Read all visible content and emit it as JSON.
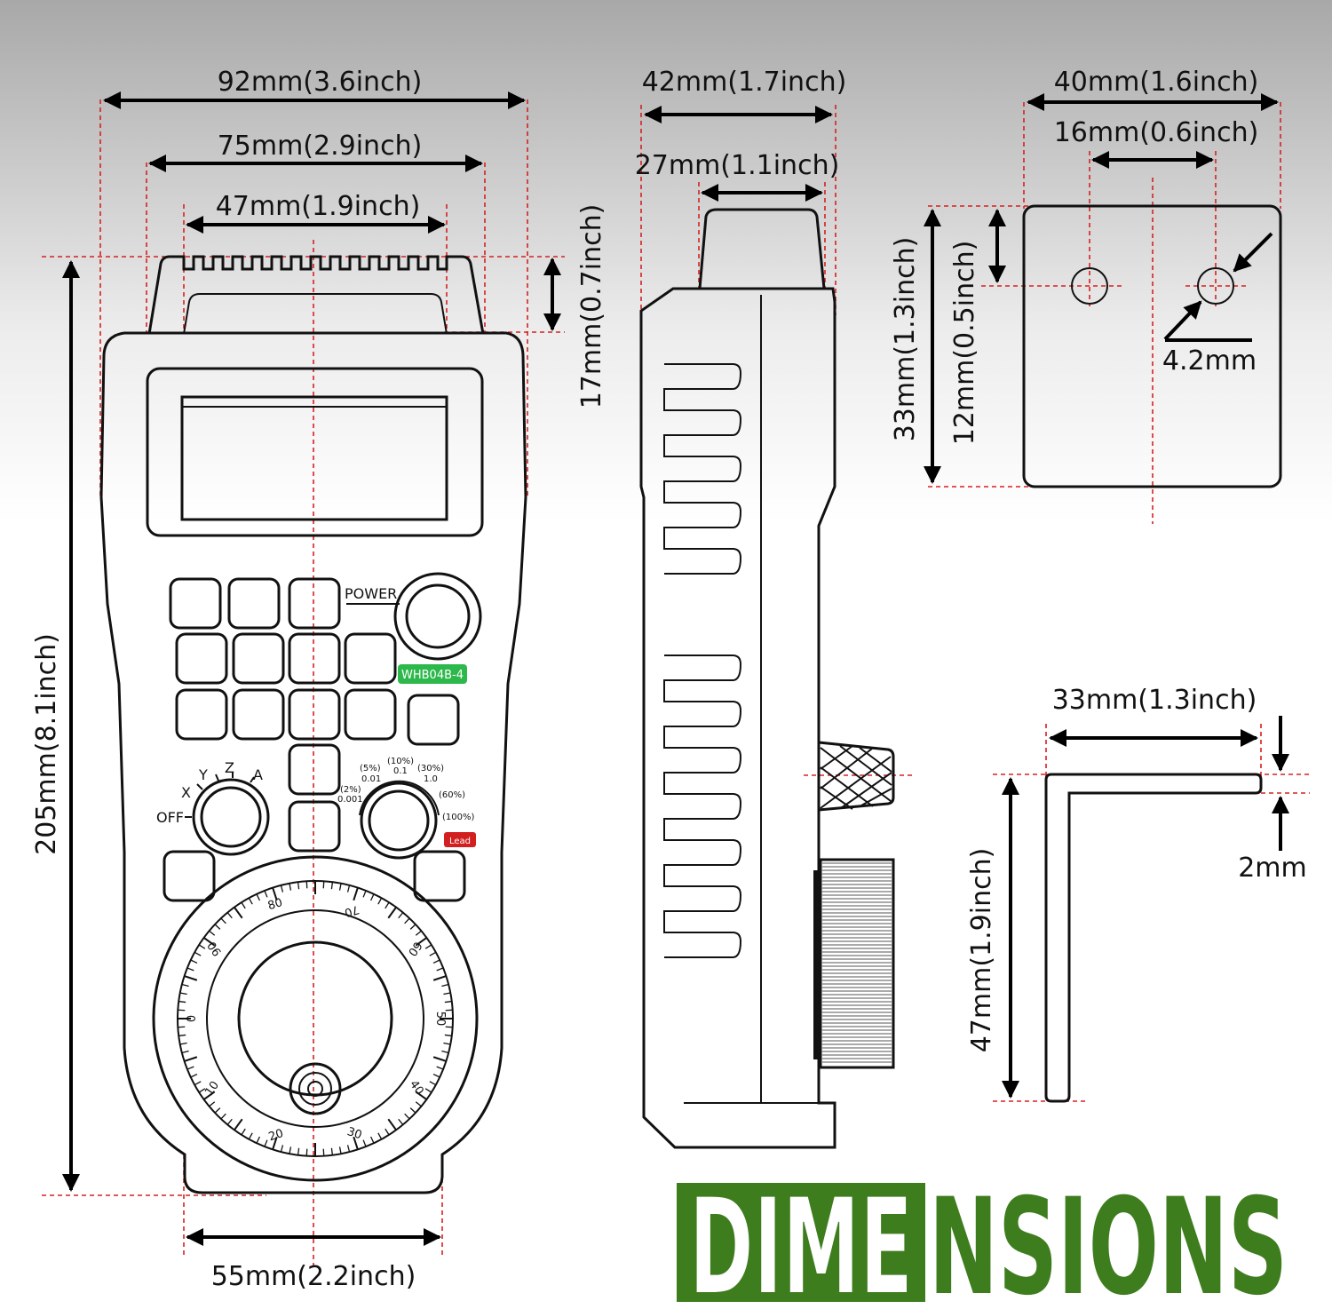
{
  "dimensions": {
    "front_width_overall": "92mm(3.6inch)",
    "front_width_upper": "75mm(2.9inch)",
    "front_width_top": "47mm(1.9inch)",
    "front_height": "205mm(8.1inch)",
    "front_bottom_width": "55mm(2.2inch)",
    "top_tab_height": "17mm(0.7inch)",
    "side_depth": "42mm(1.7inch)",
    "side_tab_depth": "27mm(1.1inch)",
    "bracket_width": "40mm(1.6inch)",
    "hole_spacing": "16mm(0.6inch)",
    "bracket_height": "33mm(1.3inch)",
    "hole_offset": "12mm(0.5inch)",
    "hole_diameter": "4.2mm",
    "angle_width": "33mm(1.3inch)",
    "angle_height": "47mm(1.9inch)",
    "thickness": "2mm"
  },
  "device": {
    "power_label": "POWER",
    "model_badge": "WHB04B-4",
    "badge_color": "#2db84c",
    "lead_badge": "Lead",
    "lead_color": "#d21f1f",
    "axis_off": "OFF",
    "axis_x": "X",
    "axis_y": "Y",
    "axis_z": "Z",
    "axis_a": "A",
    "step_2": "(2%)",
    "step_0001": "0.001",
    "step_5": "(5%)",
    "step_001": "0.01",
    "step_10": "(10%)",
    "step_01": "0.1",
    "step_30": "(30%)",
    "step_10b": "1.0",
    "step_60": "(60%)",
    "step_100": "(100%)",
    "dial_80": "80",
    "dial_70": "70",
    "dial_60": "60",
    "dial_50": "50",
    "dial_40": "40",
    "dial_30": "30",
    "dial_20": "20",
    "dial_10": "10",
    "dial_0": "0",
    "dial_90": "90"
  },
  "banner": {
    "text_dime": "DIME",
    "text_nsions": "NSIONS",
    "color": "#3e7d1e"
  }
}
